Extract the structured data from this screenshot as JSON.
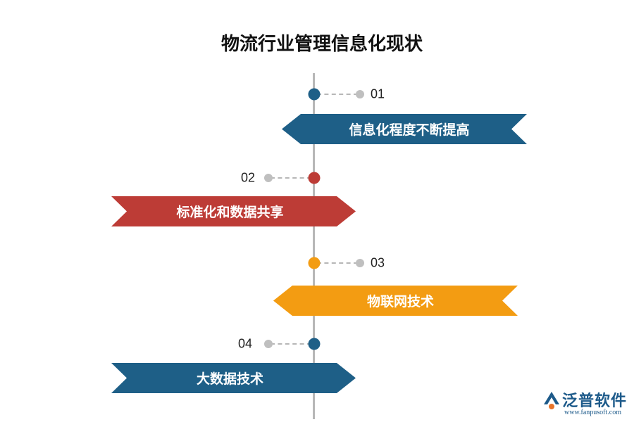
{
  "title": "物流行业管理信息化现状",
  "items": [
    {
      "number": "01",
      "label": "信息化程度不断提高",
      "color": "#1e5f87"
    },
    {
      "number": "02",
      "label": "标准化和数据共享",
      "color": "#bd3c36"
    },
    {
      "number": "03",
      "label": "物联网技术",
      "color": "#f39c12"
    },
    {
      "number": "04",
      "label": "大数据技术",
      "color": "#1e5f87"
    }
  ],
  "logo": {
    "name": "泛普软件",
    "url": "www.fanpusoft.com",
    "colors": [
      "#1d5a8a",
      "#e8742a"
    ]
  }
}
